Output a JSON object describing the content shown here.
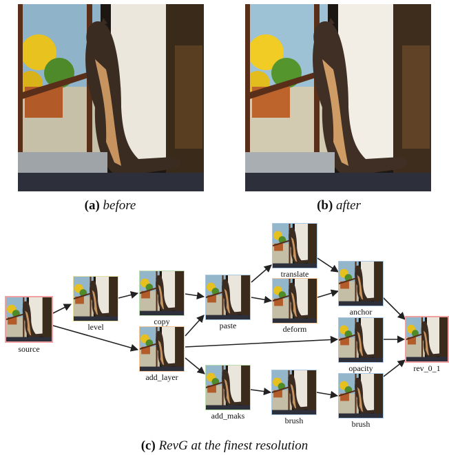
{
  "captions": {
    "a_letter": "(a)",
    "a_text": "before",
    "b_letter": "(b)",
    "b_text": "after",
    "c_letter": "(c)",
    "c_text": "RevG at the finest resolution"
  },
  "nodes": {
    "source": "source",
    "level": "level",
    "copy": "copy",
    "add_layer": "add_layer",
    "paste": "paste",
    "add_maks": "add_maks",
    "translate": "translate",
    "deform": "deform",
    "brush1": "brush",
    "anchor": "anchor",
    "opacity": "opacity",
    "brush2": "brush",
    "rev": "rev_0_1"
  }
}
